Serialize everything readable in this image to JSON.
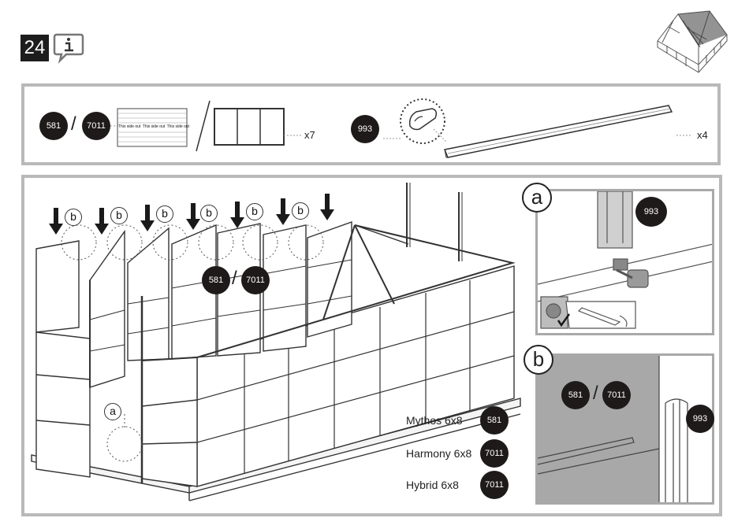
{
  "header": {
    "step_number": "24",
    "info_icon": "info-speech-icon",
    "greenhouse_thumbnail": "greenhouse-thumbnail-icon"
  },
  "parts": {
    "panel_badge_1": "581",
    "panel_badge_2": "7011",
    "separator": "/",
    "panel_sticker_texts": [
      "This side out",
      "This side out",
      "This side out"
    ],
    "panel_qty": "x7",
    "profile_badge": "993",
    "profile_qty": "x4"
  },
  "main": {
    "callout_b_letter": "b",
    "callout_a_letter": "a",
    "center_badge_1": "581",
    "center_badge_2": "7011",
    "center_separator": "/",
    "variants": [
      {
        "name": "Mythos 6x8",
        "badge": "581"
      },
      {
        "name": "Harmony 6x8",
        "badge": "7011"
      },
      {
        "name": "Hybrid 6x8",
        "badge": "7011"
      }
    ]
  },
  "detail_a": {
    "letter": "a",
    "badge": "993"
  },
  "detail_b": {
    "letter": "b",
    "badge_1": "581",
    "separator": "/",
    "badge_2": "7011",
    "profile_badge": "993"
  },
  "colors": {
    "badge": "#1f1a1a",
    "panel_border": "#b9b9b9",
    "detail_b_fill": "#a8a8a8"
  }
}
